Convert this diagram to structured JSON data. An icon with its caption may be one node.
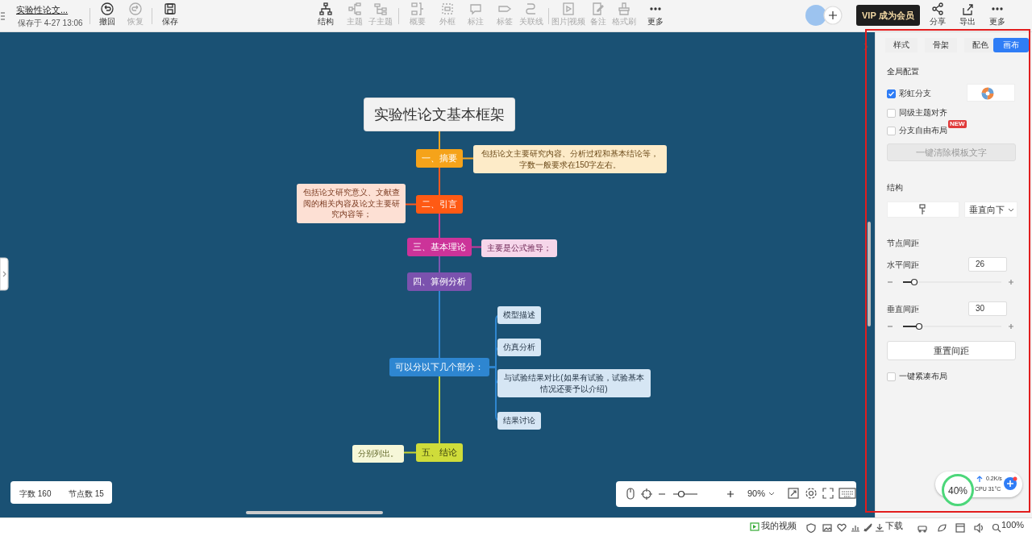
{
  "diagram": {
    "nodes": [
      {
        "text": [
          "实验性论文基本框架"
        ]
      },
      {
        "text": [
          "一、摘要"
        ]
      },
      {
        "text": [
          "包括论文主要研究内容、分析过程和基本结论等，字数一般要求在150字左右。"
        ]
      },
      {
        "text": [
          "二、引言"
        ]
      },
      {
        "text": [
          "包括论文研究意义、文献查阅的相关内容及论文主要研究内容等；"
        ]
      },
      {
        "text": [
          "三、基本理论"
        ]
      },
      {
        "text": [
          "主要是公式推导；"
        ]
      },
      {
        "text": [
          "四、算例分析"
        ]
      },
      {
        "text": [
          "可以分以下几个部分："
        ]
      },
      {
        "text": [
          "模型描述"
        ]
      },
      {
        "text": [
          "仿真分析"
        ]
      },
      {
        "text": [
          "与试验结果对比(如果有试验，试验基本情况还要予以介绍)"
        ]
      },
      {
        "text": [
          "结果讨论"
        ]
      },
      {
        "text": [
          "五、结论"
        ]
      },
      {
        "text": [
          "分别列出。"
        ]
      }
    ],
    "edges": [
      {
        "from": 0,
        "to": 1,
        "arrow": "none",
        "color": "#f5a623"
      },
      {
        "from": 1,
        "to": 2,
        "arrow": "none",
        "color": "#f5a623"
      },
      {
        "from": 1,
        "to": 3,
        "arrow": "none",
        "color": "#ff5a1f"
      },
      {
        "from": 3,
        "to": 4,
        "arrow": "none",
        "color": "#ff5a1f"
      },
      {
        "from": 3,
        "to": 5,
        "arrow": "none",
        "color": "#c9399a"
      },
      {
        "from": 5,
        "to": 6,
        "arrow": "none",
        "color": "#c9399a"
      },
      {
        "from": 5,
        "to": 7,
        "arrow": "none",
        "color": "#7e57b0"
      },
      {
        "from": 7,
        "to": 8,
        "arrow": "none",
        "color": "#2f86d0"
      },
      {
        "from": 8,
        "to": 9,
        "arrow": "none",
        "color": "#2f86d0"
      },
      {
        "from": 8,
        "to": 10,
        "arrow": "none",
        "color": "#2f86d0"
      },
      {
        "from": 8,
        "to": 11,
        "arrow": "none",
        "color": "#2f86d0"
      },
      {
        "from": 8,
        "to": 12,
        "arrow": "none",
        "color": "#2f86d0"
      },
      {
        "from": 8,
        "to": 13,
        "arrow": "none",
        "color": "#c8d630"
      },
      {
        "from": 13,
        "to": 14,
        "arrow": "none",
        "color": "#c8d630"
      }
    ],
    "labels": [
      "实验性论文...",
      "保存于 4-27 13:06",
      "撤回",
      "恢复",
      "保存",
      "结构",
      "主题",
      "子主题",
      "概要",
      "外框",
      "标注",
      "标签",
      "关联线",
      "图片|视频",
      "备注",
      "格式刷",
      "更多",
      "VIP 成为会员",
      "分享",
      "导出",
      "更多",
      "样式",
      "骨架",
      "配色",
      "画布",
      "全局配置",
      "彩虹分支",
      "同级主题对齐",
      "分支自由布局",
      "NEW",
      "一键清除模板文字",
      "结构",
      "垂直向下",
      "节点间距",
      "水平间距",
      "26",
      "垂直间距",
      "30",
      "重置间距",
      "一键紧凑布局",
      "字数 160",
      "节点数 15",
      "90%",
      "40%",
      "0.2K/s",
      "CPU 31°C",
      "我的视频",
      "下载",
      "100%"
    ]
  }
}
